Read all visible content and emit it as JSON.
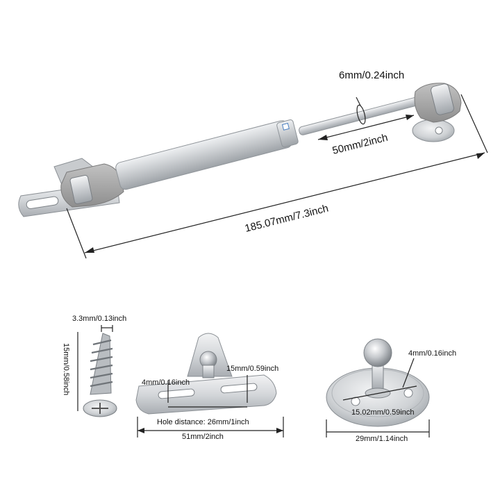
{
  "labels": {
    "rod_diameter": "6mm/0.24inch",
    "stroke": "50mm/2inch",
    "total_length": "185.07mm/7.3inch",
    "screw_diameter": "3.3mm/0.13inch",
    "screw_length": "15mm/0.58inch",
    "bracket_slot": "4mm/0.16inch",
    "bracket_height": "15mm/0.59inch",
    "hole_distance": "Hole distance: 26mm/1inch",
    "bracket_width": "51mm/2inch",
    "mount_hole": "4mm/0.16inch",
    "mount_hole_distance": "15.02mm/0.59inch",
    "mount_diameter": "29mm/1.14inch"
  },
  "colors": {
    "metal_light": "#d9dcdf",
    "metal_mid": "#b5b9bd",
    "metal_dark": "#8a8f94",
    "plastic_grey": "#a3a3a3",
    "accent_blue": "#4a7fc1"
  }
}
